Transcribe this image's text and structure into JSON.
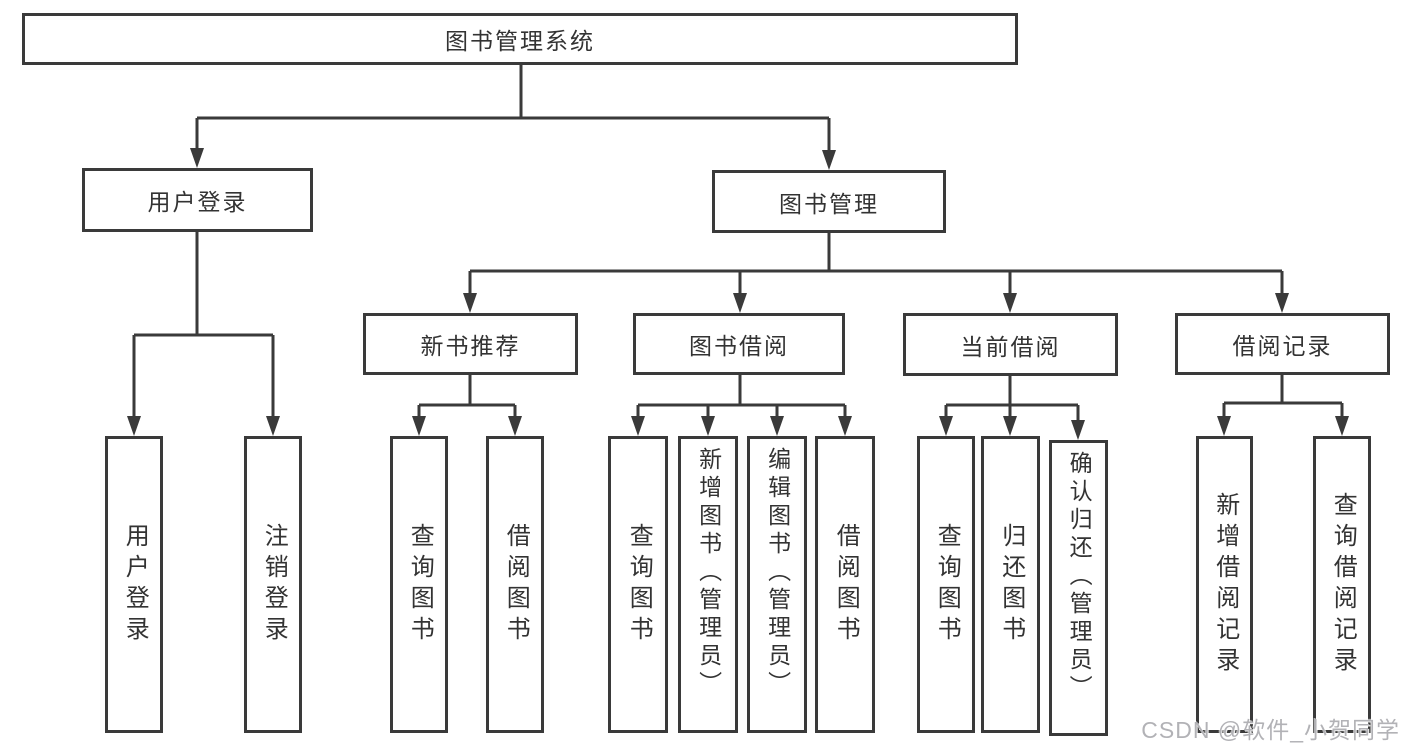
{
  "nodes": {
    "root": {
      "label": "图书管理系统"
    },
    "level2": [
      {
        "label": "用户登录"
      },
      {
        "label": "图书管理"
      }
    ],
    "level3": [
      {
        "label": "新书推荐"
      },
      {
        "label": "图书借阅"
      },
      {
        "label": "当前借阅"
      },
      {
        "label": "借阅记录"
      }
    ],
    "leaves": [
      {
        "label": "用户登录"
      },
      {
        "label": "注销登录"
      },
      {
        "label": "查询图书"
      },
      {
        "label": "借阅图书"
      },
      {
        "label": "查询图书"
      },
      {
        "label": "新增图书（管理员）"
      },
      {
        "label": "编辑图书（管理员）"
      },
      {
        "label": "借阅图书"
      },
      {
        "label": "查询图书"
      },
      {
        "label": "归还图书"
      },
      {
        "label": "确认归还（管理员）"
      },
      {
        "label": "新增借阅记录"
      },
      {
        "label": "查询借阅记录"
      }
    ]
  },
  "watermark": {
    "text": "CSDN @软件_小贺同学"
  },
  "colors": {
    "line": "#3a3a3a",
    "text": "#333333",
    "watermark_text": "#b2b2b6",
    "background": "#ffffff"
  }
}
